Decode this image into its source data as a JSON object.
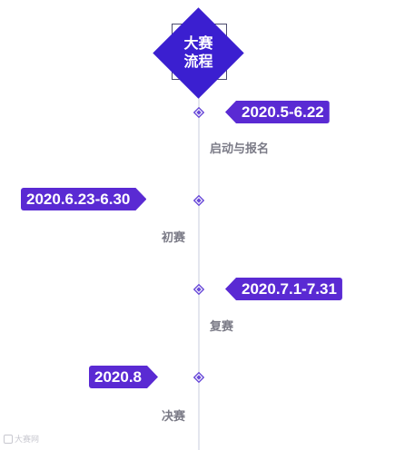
{
  "header": {
    "title_line1": "大赛",
    "title_line2": "流程"
  },
  "timeline": {
    "stages": [
      {
        "date": "2020.5-6.22",
        "label": "启动与报名",
        "tag_side": "right"
      },
      {
        "date": "2020.6.23-6.30",
        "label": "初赛",
        "tag_side": "left"
      },
      {
        "date": "2020.7.1-7.31",
        "label": "复赛",
        "tag_side": "right"
      },
      {
        "date": "2020.8",
        "label": "决赛",
        "tag_side": "left"
      }
    ]
  },
  "watermark": {
    "text": "大赛网"
  },
  "colors": {
    "title_diamond": "#3b1fd0",
    "tag_fill": "#5a2ad3",
    "node": "#6a4bd8",
    "spine": "#e4e6ee",
    "label_text": "#7a7a86"
  }
}
